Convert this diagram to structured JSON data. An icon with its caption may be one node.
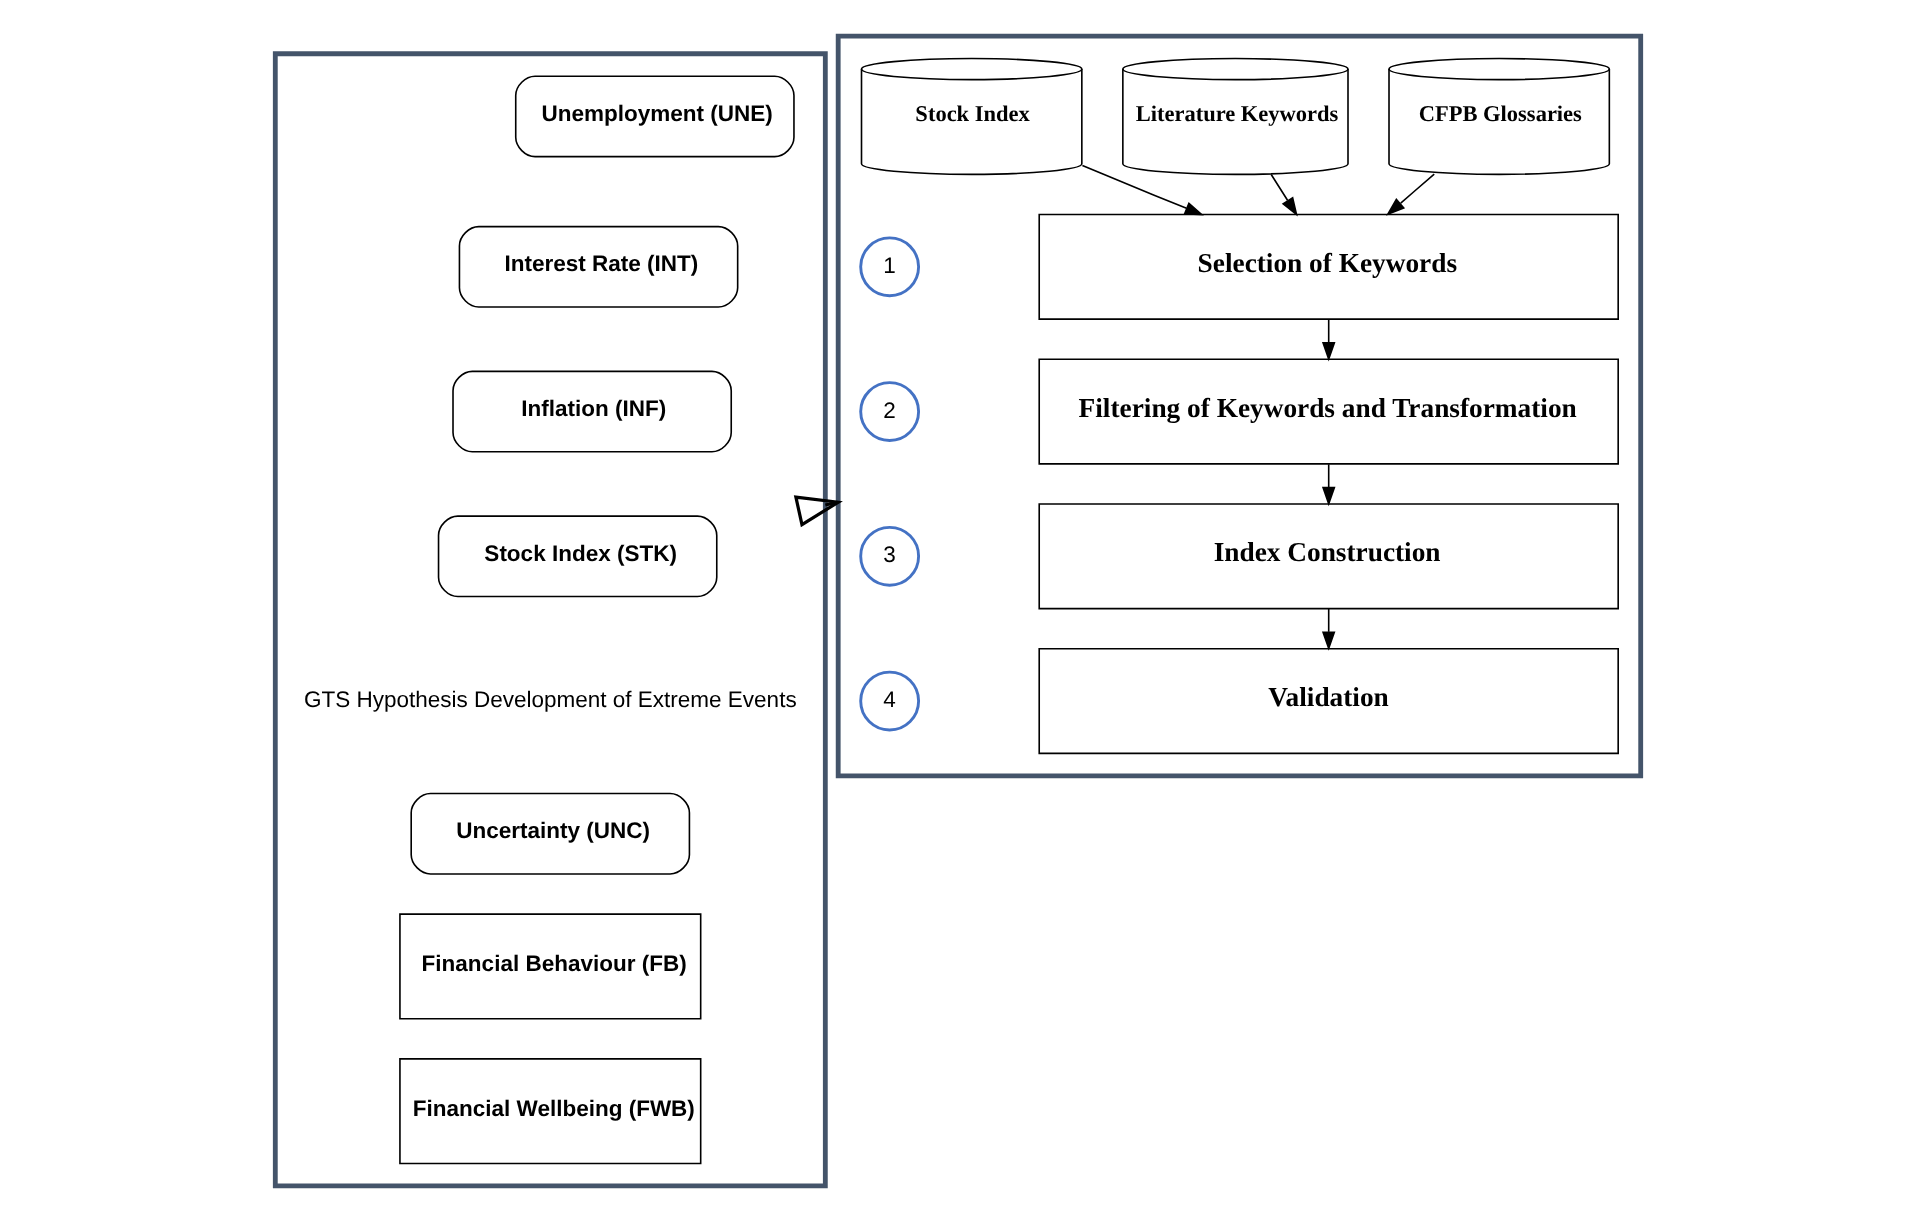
{
  "diagram": {
    "nodes": [
      {
        "text": [],
        "shape": "box"
      },
      {
        "text": [
          "Unemployment (UNE)"
        ],
        "in": 0
      },
      {
        "text": [
          "Interest Rate (INT)"
        ],
        "in": 0
      },
      {
        "text": [
          "Inflation (INF)"
        ],
        "in": 0
      },
      {
        "text": [
          "Stock Index (STK)"
        ],
        "in": 0
      },
      {
        "text": [
          "Uncertainty (UNC)"
        ],
        "in": 0
      },
      {
        "text": [
          "Financial Behaviour (FB)"
        ],
        "in": 0
      },
      {
        "text": [
          "Financial Wellbeing (FWB)"
        ],
        "in": 0
      },
      {
        "text": [],
        "shape": "box"
      },
      {
        "text": [
          "Stock Index"
        ],
        "in": 8
      },
      {
        "text": [
          "Literature Keywords"
        ],
        "in": 8
      },
      {
        "text": [
          "CFPB Glossaries"
        ],
        "in": 8
      },
      {
        "text": [
          "1"
        ],
        "in": 8
      },
      {
        "text": [
          "Selection of Keywords"
        ],
        "in": 8
      },
      {
        "text": [
          "2"
        ],
        "in": 8
      },
      {
        "text": [
          "Filtering of Keywords and Transformation"
        ],
        "in": 8
      },
      {
        "text": [
          "3"
        ],
        "in": 8
      },
      {
        "text": [
          "Index Construction"
        ],
        "in": 8
      },
      {
        "text": [
          "4"
        ],
        "in": 8
      },
      {
        "text": [
          "Validation"
        ],
        "in": 8
      }
    ],
    "edges": [
      {
        "from": 0,
        "to": 8,
        "arrow": "to"
      },
      {
        "from": 9,
        "to": 13,
        "arrow": "to"
      },
      {
        "from": 10,
        "to": 13,
        "arrow": "to"
      },
      {
        "from": 11,
        "to": 13,
        "arrow": "to"
      },
      {
        "from": 13,
        "to": 15,
        "arrow": "to"
      },
      {
        "from": 15,
        "to": 17,
        "arrow": "to"
      },
      {
        "from": 17,
        "to": 19,
        "arrow": "to"
      }
    ],
    "labels": [
      "GTS Hypothesis Development of Extreme Events"
    ]
  }
}
